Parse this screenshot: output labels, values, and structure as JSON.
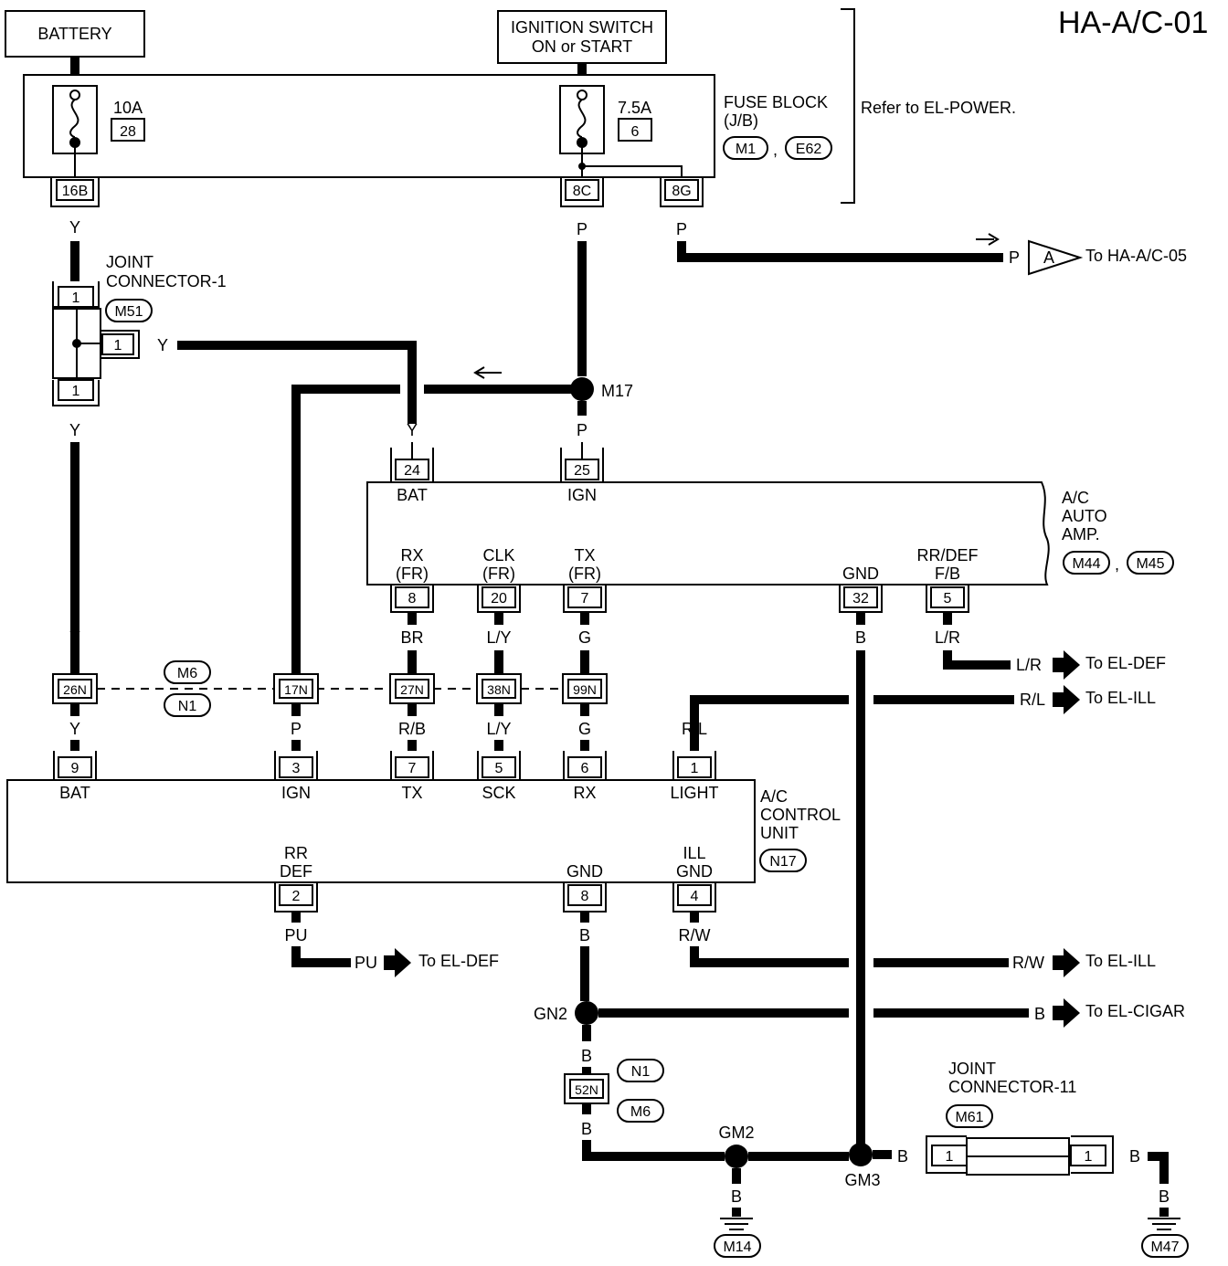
{
  "page_code": "HA-A/C-01",
  "power": {
    "battery": "BATTERY",
    "ignition_line1": "IGNITION SWITCH",
    "ignition_line2": "ON or START"
  },
  "fuse_block": {
    "title_line1": "FUSE BLOCK",
    "title_line2": "(J/B)",
    "conn1": "M1",
    "conn2": "E62",
    "separator": ",",
    "fuse_a_amp": "10A",
    "fuse_a_no": "28",
    "fuse_b_amp": "7.5A",
    "fuse_b_no": "6",
    "term_16b": "16B",
    "term_8c": "8C",
    "term_8g": "8G",
    "refer": "Refer to EL-POWER."
  },
  "joint1": {
    "title_line1": "JOINT",
    "title_line2": "CONNECTOR-1",
    "conn": "M51",
    "pin_top": "1",
    "pin_side": "1",
    "pin_bottom": "1"
  },
  "splices": {
    "m17": "M17",
    "gn2": "GN2",
    "gm2": "GM2",
    "gm3": "GM3"
  },
  "amp": {
    "name_line1": "A/C",
    "name_line2": "AUTO",
    "name_line3": "AMP.",
    "conn1": "M44",
    "conn2": "M45",
    "separator": ",",
    "pins": {
      "bat": {
        "no": "24",
        "label": "BAT"
      },
      "ign": {
        "no": "25",
        "label": "IGN"
      },
      "rx": {
        "no": "8",
        "label1": "RX",
        "label2": "(FR)"
      },
      "clk": {
        "no": "20",
        "label1": "CLK",
        "label2": "(FR)"
      },
      "tx": {
        "no": "7",
        "label1": "TX",
        "label2": "(FR)"
      },
      "gnd": {
        "no": "32",
        "label": "GND"
      },
      "rrdef": {
        "no": "5",
        "label1": "RR/DEF",
        "label2": "F/B"
      }
    }
  },
  "harness": {
    "conn_top": "M6",
    "conn_bottom": "N1",
    "pins": [
      "26N",
      "17N",
      "27N",
      "38N",
      "99N"
    ]
  },
  "control": {
    "name_line1": "A/C",
    "name_line2": "CONTROL",
    "name_line3": "UNIT",
    "conn": "N17",
    "pins": {
      "bat": {
        "no": "9",
        "label": "BAT"
      },
      "ign": {
        "no": "3",
        "label": "IGN"
      },
      "tx": {
        "no": "7",
        "label": "TX"
      },
      "sck": {
        "no": "5",
        "label": "SCK"
      },
      "rx": {
        "no": "6",
        "label": "RX"
      },
      "light": {
        "no": "1",
        "label": "LIGHT"
      },
      "rrdef": {
        "no": "2",
        "label1": "RR",
        "label2": "DEF"
      },
      "gnd": {
        "no": "8",
        "label": "GND"
      },
      "illgnd": {
        "no": "4",
        "label1": "ILL",
        "label2": "GND"
      }
    }
  },
  "colors": {
    "y": "Y",
    "p": "P",
    "br": "BR",
    "ly": "L/Y",
    "g": "G",
    "b": "B",
    "lr": "L/R",
    "rl": "R/L",
    "rb": "R/B",
    "pu": "PU",
    "rw": "R/W"
  },
  "connectors": {
    "c52n": "52N",
    "c52n_top": "N1",
    "c52n_bottom": "M6",
    "m14": "M14",
    "m47": "M47"
  },
  "joint11": {
    "title_line1": "JOINT",
    "title_line2": "CONNECTOR-11",
    "conn": "M61",
    "pin_left": "1",
    "pin_right": "1"
  },
  "destinations": {
    "ref_a_letter": "A",
    "ref_a_text": "To HA-A/C-05",
    "el_def": "To EL-DEF",
    "el_ill": "To EL-ILL",
    "el_def2": "To EL-DEF",
    "el_ill2": "To EL-ILL",
    "el_cigar": "To EL-CIGAR"
  }
}
